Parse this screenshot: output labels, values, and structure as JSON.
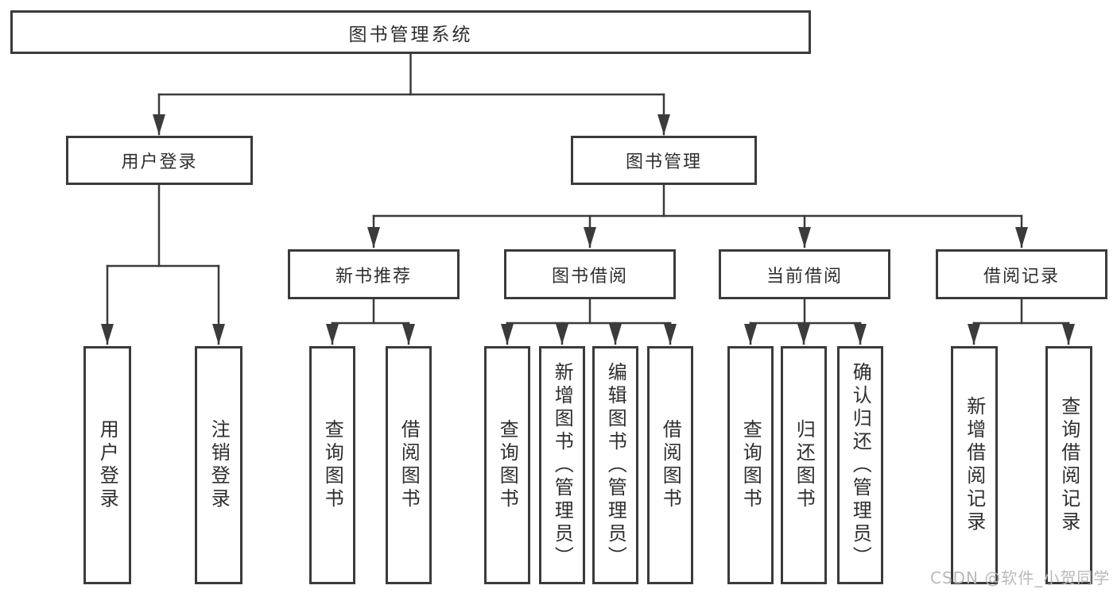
{
  "diagram": {
    "nodes": {
      "root": "图书管理系统",
      "user_login_branch": "用户登录",
      "book_mgmt_branch": "图书管理",
      "new_book_rec": "新书推荐",
      "book_borrow": "图书借阅",
      "current_borrow": "当前借阅",
      "borrow_records": "借阅记录",
      "leaf_user_login": "用户登录",
      "leaf_logout": "注销登录",
      "leaf_nb_query": "查询图书",
      "leaf_nb_borrow": "借阅图书",
      "leaf_bw_query": "查询图书",
      "leaf_bw_add": "新增图书（管理员）",
      "leaf_bw_edit": "编辑图书（管理员）",
      "leaf_bw_borrow": "借阅图书",
      "leaf_cur_query": "查询图书",
      "leaf_cur_return": "归还图书",
      "leaf_cur_confirm": "确认归还（管理员）",
      "leaf_rec_add": "新增借阅记录",
      "leaf_rec_query": "查询借阅记录"
    },
    "watermark": "CSDN @软件_小贺同学",
    "colors": {
      "line": "#3b3b3b",
      "text": "#2e2e2e",
      "watermark": "#b9b9b9",
      "background": "#ffffff"
    }
  }
}
